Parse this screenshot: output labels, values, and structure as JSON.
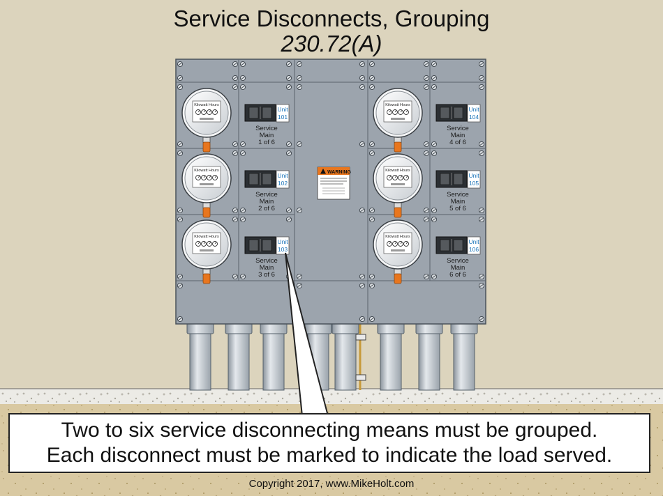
{
  "title": {
    "main": "Service Disconnects, Grouping",
    "code": "230.72(A)"
  },
  "meter": {
    "label": "Kilowatt Hours"
  },
  "disconnects": [
    {
      "unit_line1": "Unit",
      "unit_line2": "101",
      "caption": [
        "Service",
        "Main",
        "1 of 6"
      ]
    },
    {
      "unit_line1": "Unit",
      "unit_line2": "102",
      "caption": [
        "Service",
        "Main",
        "2 of 6"
      ]
    },
    {
      "unit_line1": "Unit",
      "unit_line2": "103",
      "caption": [
        "Service",
        "Main",
        "3 of 6"
      ]
    },
    {
      "unit_line1": "Unit",
      "unit_line2": "104",
      "caption": [
        "Service",
        "Main",
        "4 of 6"
      ]
    },
    {
      "unit_line1": "Unit",
      "unit_line2": "105",
      "caption": [
        "Service",
        "Main",
        "5 of 6"
      ]
    },
    {
      "unit_line1": "Unit",
      "unit_line2": "106",
      "caption": [
        "Service",
        "Main",
        "6 of 6"
      ]
    }
  ],
  "warning": {
    "label": "WARNING"
  },
  "callout": {
    "line1": "Two to six service disconnecting means must be grouped.",
    "line2": "Each disconnect must be marked to indicate the load served."
  },
  "copyright": "Copyright 2017, www.MikeHolt.com",
  "colors": {
    "wall": "#dcd4bd",
    "panel": "#9ca4ad",
    "unit_label": "#1a73b8",
    "warning_orange": "#e8761e",
    "ground": "#d9c9a2"
  }
}
